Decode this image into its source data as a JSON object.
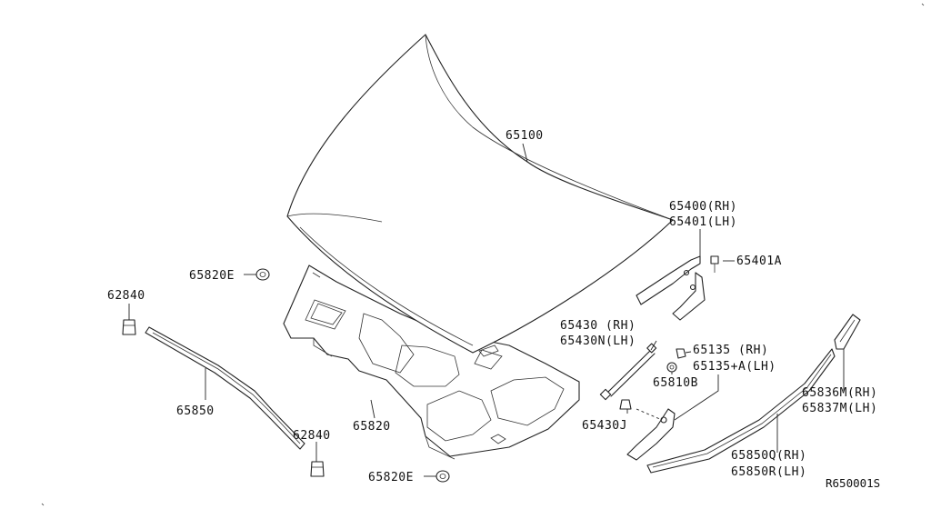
{
  "labels": {
    "hood": "65100",
    "hinge_rh": "65400(RH)",
    "hinge_lh": "65401(LH)",
    "hinge_bolt": "65401A",
    "bumper_top": "65820E",
    "bumper_bottom": "65820E",
    "stay_rh": "65430  (RH)",
    "stay_lh": "65430N(LH)",
    "stay_clip": "65430J",
    "grommet": "65810B",
    "nut_rh": "65135  (RH)",
    "nut_lh": "65135+A(LH)",
    "insulator": "65820",
    "seal_left": "65850",
    "rubber_top": "62840",
    "rubber_bottom": "62840",
    "seal_end_rh": "65836M(RH)",
    "seal_end_lh": "65837M(LH)",
    "seal_right_rh": "65850Q(RH)",
    "seal_right_lh": "65850R(LH)",
    "ref_code": "R650001S"
  },
  "colors": {
    "line": "#222222",
    "background": "#ffffff"
  }
}
